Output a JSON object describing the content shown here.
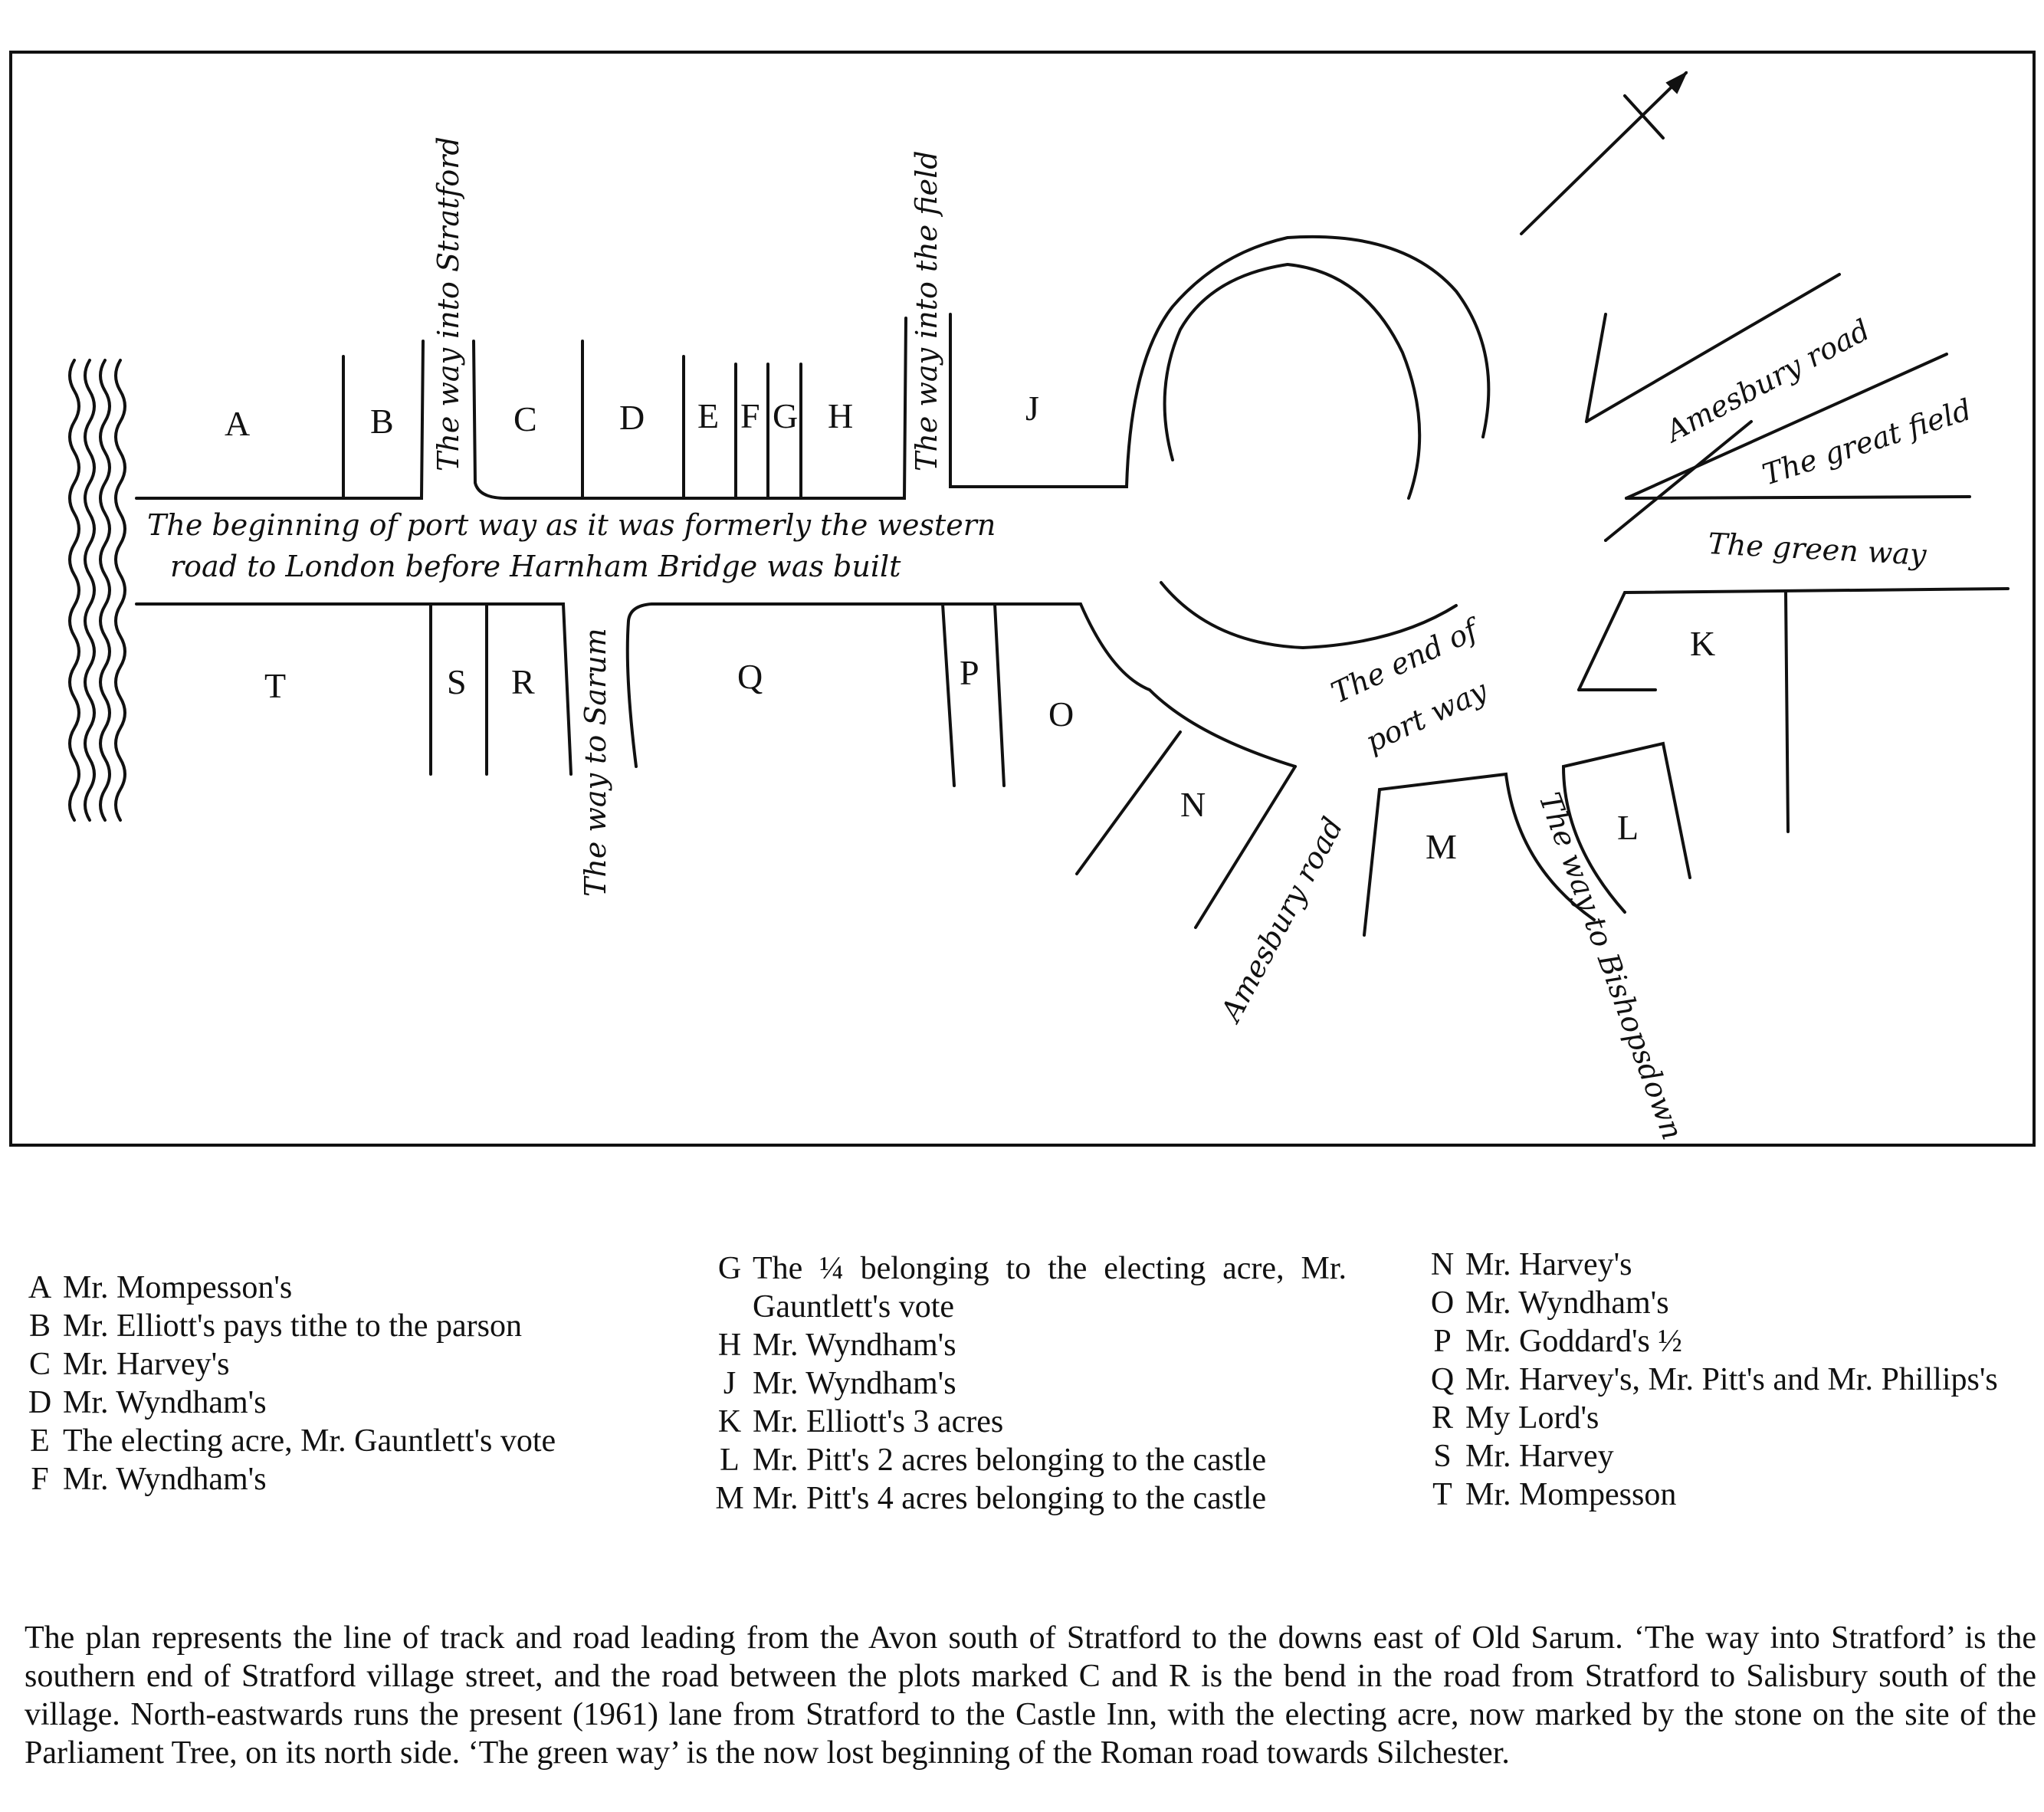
{
  "map": {
    "plots": {
      "A": "A",
      "B": "B",
      "C": "C",
      "D": "D",
      "E": "E",
      "F": "F",
      "G": "G",
      "H": "H",
      "J": "J",
      "K": "K",
      "L": "L",
      "M": "M",
      "N": "N",
      "O": "O",
      "P": "P",
      "Q": "Q",
      "R": "R",
      "S": "S",
      "T": "T"
    },
    "roads": {
      "way_into_stratford": "The way into Stratford",
      "way_into_field": "The way into the field",
      "port_way_line1": "The beginning of port way as it was formerly the western",
      "port_way_line2": "road to London before Harnham Bridge was built",
      "way_to_sarum": "The way to Sarum",
      "end_of_port_way_1": "The end of",
      "end_of_port_way_2": "port way",
      "amesbury_road_ne": "Amesbury road",
      "great_field": "The great field",
      "green_way": "The green way",
      "amesbury_road_s": "Amesbury road",
      "way_to_bishopsdown": "The way to Bishopsdown"
    }
  },
  "key": {
    "col1": [
      {
        "letter": "A",
        "text": "Mr. Mompesson's"
      },
      {
        "letter": "B",
        "text": "Mr. Elliott's pays tithe to the parson"
      },
      {
        "letter": "C",
        "text": "Mr. Harvey's"
      },
      {
        "letter": "D",
        "text": "Mr. Wyndham's"
      },
      {
        "letter": "E",
        "text": "The electing acre, Mr. Gauntlett's vote"
      },
      {
        "letter": "F",
        "text": "Mr. Wyndham's"
      }
    ],
    "col2": [
      {
        "letter": "G",
        "text": "The ¼ belonging to the electing acre, Mr. Gauntlett's vote"
      },
      {
        "letter": "H",
        "text": "Mr. Wyndham's"
      },
      {
        "letter": "J",
        "text": "Mr. Wyndham's"
      },
      {
        "letter": "K",
        "text": "Mr. Elliott's 3 acres"
      },
      {
        "letter": "L",
        "text": "Mr. Pitt's 2 acres belonging to the castle"
      },
      {
        "letter": "M",
        "text": "Mr. Pitt's 4 acres belonging to the castle"
      }
    ],
    "col3": [
      {
        "letter": "N",
        "text": "Mr. Harvey's"
      },
      {
        "letter": "O",
        "text": "Mr. Wyndham's"
      },
      {
        "letter": "P",
        "text": "Mr. Goddard's ½"
      },
      {
        "letter": "Q",
        "text": "Mr. Harvey's, Mr. Pitt's and Mr. Phillips's"
      },
      {
        "letter": "R",
        "text": "My Lord's"
      },
      {
        "letter": "S",
        "text": "Mr. Harvey"
      },
      {
        "letter": "T",
        "text": "Mr. Mompesson"
      }
    ]
  },
  "caption": "The plan represents the line of track and road leading from the Avon south of Stratford to the downs east of Old Sarum. ‘The way into Stratford’ is the southern end of Stratford village street, and the road between the plots marked C and R is the bend in the road from Stratford to Salisbury south of the village. North-eastwards runs the present (1961) lane from Stratford to the Castle Inn, with the electing acre, now marked by the stone on the site of the Parliament Tree, on its north side. ‘The green way’ is the now lost beginning of the Roman road towards Silchester."
}
